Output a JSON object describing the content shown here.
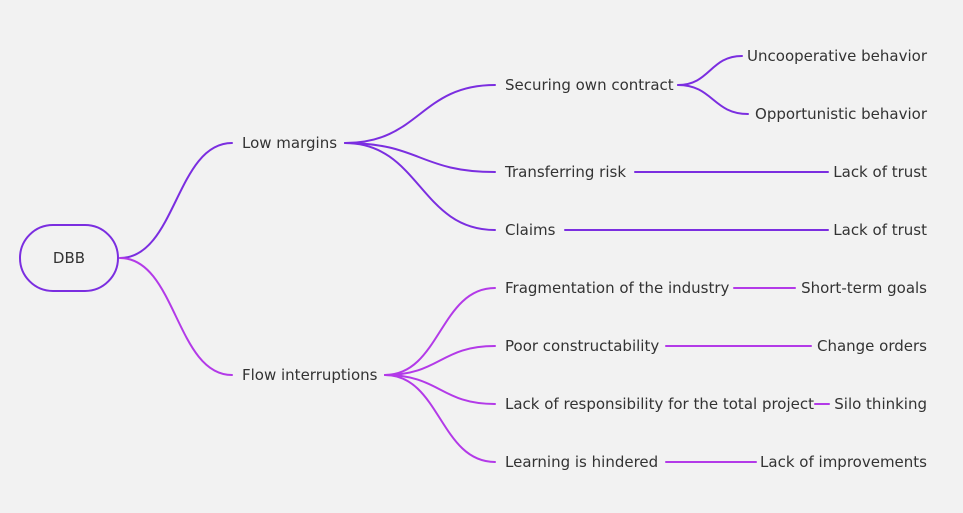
{
  "colors": {
    "background": "#f2f2f2",
    "branch_low_margins": "#7b2ee0",
    "branch_flow": "#b33ae8",
    "text": "#333333"
  },
  "diagram": {
    "root": "DBB",
    "branches": [
      {
        "label": "Low margins",
        "children": [
          {
            "label": "Securing own contract",
            "leaves": [
              "Uncooperative behavior",
              "Opportunistic behavior"
            ]
          },
          {
            "label": "Transferring risk",
            "leaves": [
              "Lack of trust"
            ]
          },
          {
            "label": "Claims",
            "leaves": [
              "Lack of trust"
            ]
          }
        ]
      },
      {
        "label": "Flow interruptions",
        "children": [
          {
            "label": "Fragmentation of the industry",
            "leaves": [
              "Short-term goals"
            ]
          },
          {
            "label": "Poor constructability",
            "leaves": [
              "Change orders"
            ]
          },
          {
            "label": "Lack of responsibility for the total project",
            "leaves": [
              "Silo thinking"
            ]
          },
          {
            "label": "Learning is hindered",
            "leaves": [
              "Lack of improvements"
            ]
          }
        ]
      }
    ]
  }
}
